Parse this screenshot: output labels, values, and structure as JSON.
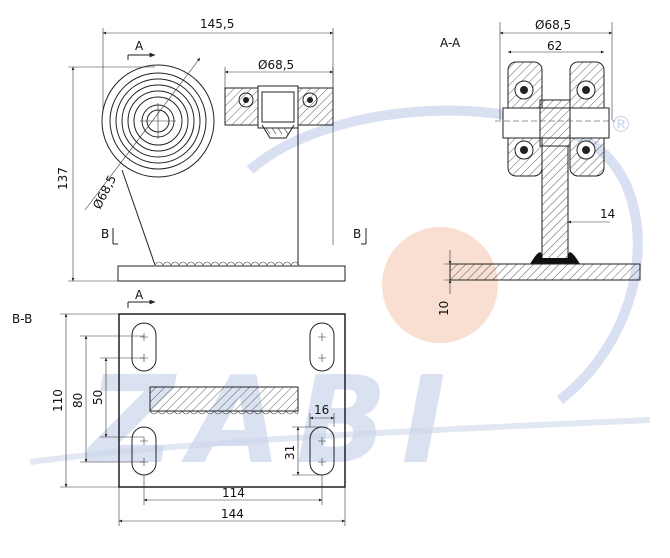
{
  "section_labels": {
    "aa": "A-A",
    "bb": "B-B",
    "a_marker": "A",
    "b_marker": "B"
  },
  "dimensions": {
    "side_width": "145,5",
    "side_wheel_dia": "Ø68,5",
    "side_height": "137",
    "side_dia_diag": "Ø68,5",
    "aa_wheel_dia": "Ø68,5",
    "aa_width": "62",
    "aa_post": "14",
    "aa_plate": "10",
    "bb_height": "110",
    "bb_inner": "80",
    "bb_inner2": "50",
    "bb_slot_w": "16",
    "bb_slot_h": "31",
    "bb_holes": "114",
    "bb_width": "144"
  },
  "watermark": {
    "text": "ZABI",
    "registered": "®"
  },
  "colors": {
    "line": "#222222",
    "watermark_blue": "#c9d3ea",
    "watermark_orange": "#f6d7c8"
  }
}
